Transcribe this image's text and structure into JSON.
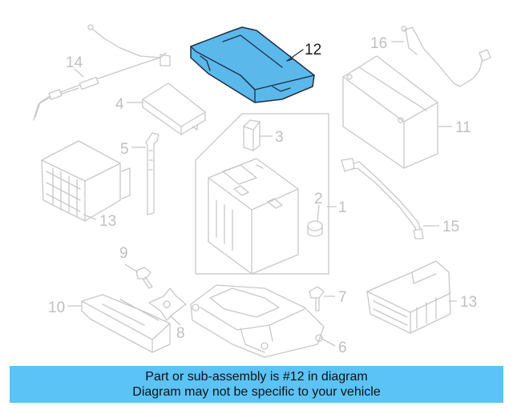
{
  "diagram": {
    "highlighted_part": "12",
    "callouts": {
      "c1": "1",
      "c2": "2",
      "c3": "3",
      "c4": "4",
      "c5": "5",
      "c6": "6",
      "c7": "7",
      "c8": "8",
      "c9": "9",
      "c10": "10",
      "c11": "11",
      "c12": "12",
      "c13a": "13",
      "c13b": "13",
      "c14": "14",
      "c15": "15",
      "c16": "16"
    },
    "colors": {
      "highlight": "#5bb8ea",
      "banner": "#5bc3f5",
      "parts": "#c8c8c8"
    }
  },
  "banner": {
    "line1": "Part or sub-assembly is #12 in diagram",
    "line2": "Diagram may not be specific to your vehicle"
  }
}
